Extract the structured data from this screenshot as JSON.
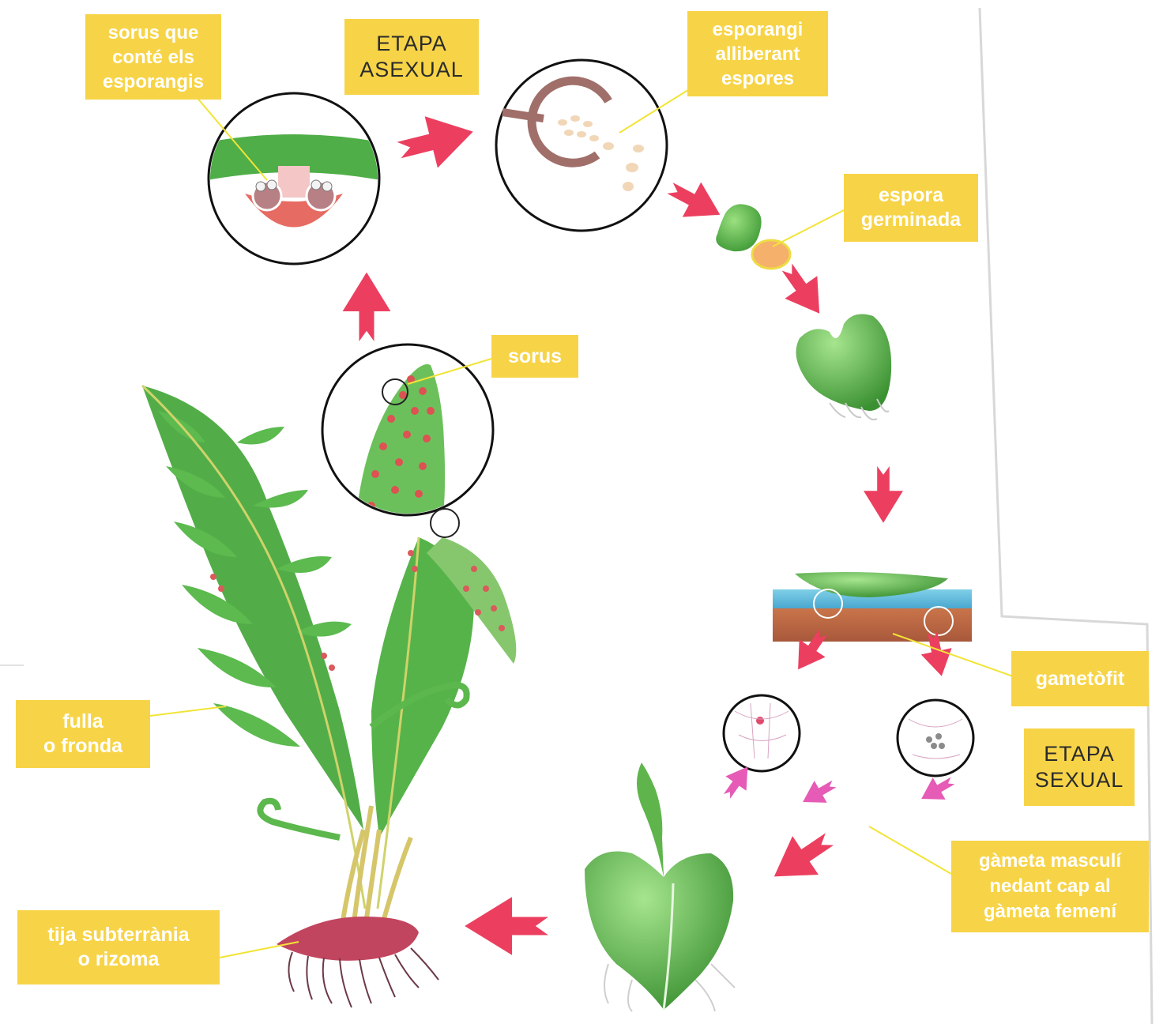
{
  "stages": {
    "asexual": [
      "ETAPA",
      "ASEXUAL"
    ],
    "sexual": [
      "ETAPA",
      "SEXUAL"
    ]
  },
  "labels": {
    "sorus_que_conte": [
      "sorus que",
      "conté els",
      "esporangis"
    ],
    "esporangi_alliberant": [
      "esporangi",
      "alliberant",
      "espores"
    ],
    "espora_germinada": [
      "espora",
      "germinada"
    ],
    "sorus": [
      "sorus"
    ],
    "gametofit": [
      "gametòfit"
    ],
    "fulla_fronda": [
      "fulla",
      "o fronda"
    ],
    "gameta_masculi": [
      "gàmeta masculí",
      "nedant cap al",
      "gàmeta femení"
    ],
    "tija_rizoma": [
      "tija subterrània",
      "o rizoma"
    ]
  },
  "colors": {
    "label_bg": "#f7d447",
    "label_text": "#ffffff",
    "arrow": "#ec3f60",
    "arrow_small": "#e55bb6",
    "leaf": "#5fb54c",
    "leaf_dark": "#3d8f35",
    "sorus_dot": "#e0525a",
    "pointer": "#f2e437"
  }
}
